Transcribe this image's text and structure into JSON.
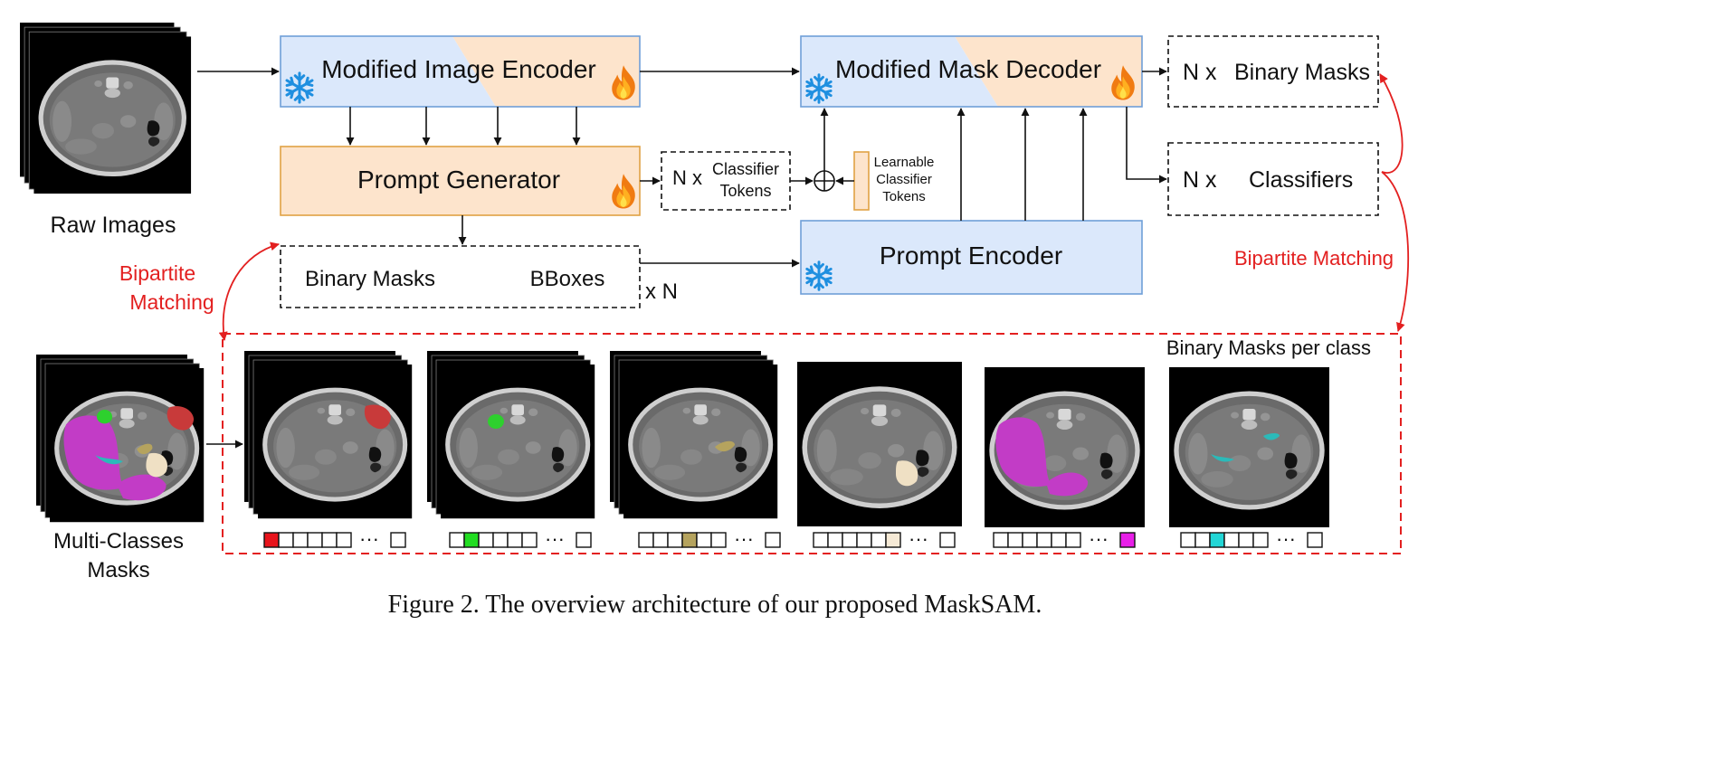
{
  "blocks": {
    "image_encoder": "Modified Image Encoder",
    "mask_decoder": "Modified Mask Decoder",
    "prompt_generator": "Prompt Generator",
    "prompt_encoder": "Prompt Encoder",
    "learnable_tokens": [
      "Learnable",
      "Classifier",
      "Tokens"
    ]
  },
  "boxes": {
    "classifier_tokens_prefix": "N x",
    "classifier_tokens_label": [
      "Classifier",
      "Tokens"
    ],
    "binary_masks": "Binary Masks",
    "bboxes": "BBoxes",
    "times_n": "x N",
    "out_masks_prefix": "N x",
    "out_masks": "Binary Masks",
    "out_classifiers_prefix": "N x",
    "out_classifiers": "Classifiers"
  },
  "labels": {
    "raw_images": "Raw Images",
    "multi_classes": [
      "Multi-Classes",
      "Masks"
    ],
    "bipartite_left": [
      "Bipartite",
      "Matching"
    ],
    "bipartite_right": "Bipartite Matching",
    "per_class": "Binary Masks per class",
    "ellipsis": "···"
  },
  "caption": "Figure 2. The overview architecture of our proposed MaskSAM.",
  "class_colors": [
    "#e8141c",
    "#22dd22",
    "#b5a35e",
    "#f6ead6",
    "#e81ee8",
    "#22d6d6"
  ],
  "colors": {
    "frozen_blue": "#dbe8fb",
    "train_orange": "#fde4cc",
    "border_blue": "#6f9fd8",
    "border_orange": "#e0a244",
    "accent_red": "#e32020"
  },
  "icons": {
    "frozen": "snowflake-icon",
    "trainable": "flame-icon",
    "sum": "plus-circle-icon"
  }
}
